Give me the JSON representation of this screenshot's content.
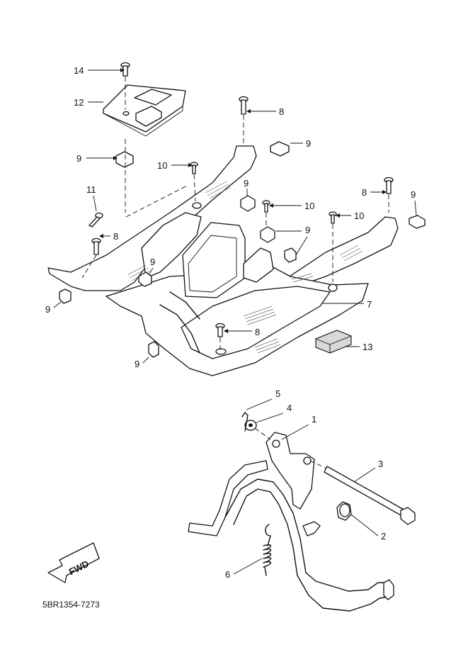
{
  "diagram": {
    "code": "5BR1354-7273",
    "fwd_label": "FWD",
    "callouts": {
      "c1": "1",
      "c2": "2",
      "c3": "3",
      "c4": "4",
      "c5": "5",
      "c6": "6",
      "c7": "7",
      "c8a": "8",
      "c8b": "8",
      "c8c": "8",
      "c8d": "8",
      "c9a": "9",
      "c9b": "9",
      "c9c": "9",
      "c9d": "9",
      "c9e": "9",
      "c9f": "9",
      "c9g": "9",
      "c10a": "10",
      "c10b": "10",
      "c10c": "10",
      "c11": "11",
      "c12": "12",
      "c13": "13",
      "c14": "14"
    }
  }
}
